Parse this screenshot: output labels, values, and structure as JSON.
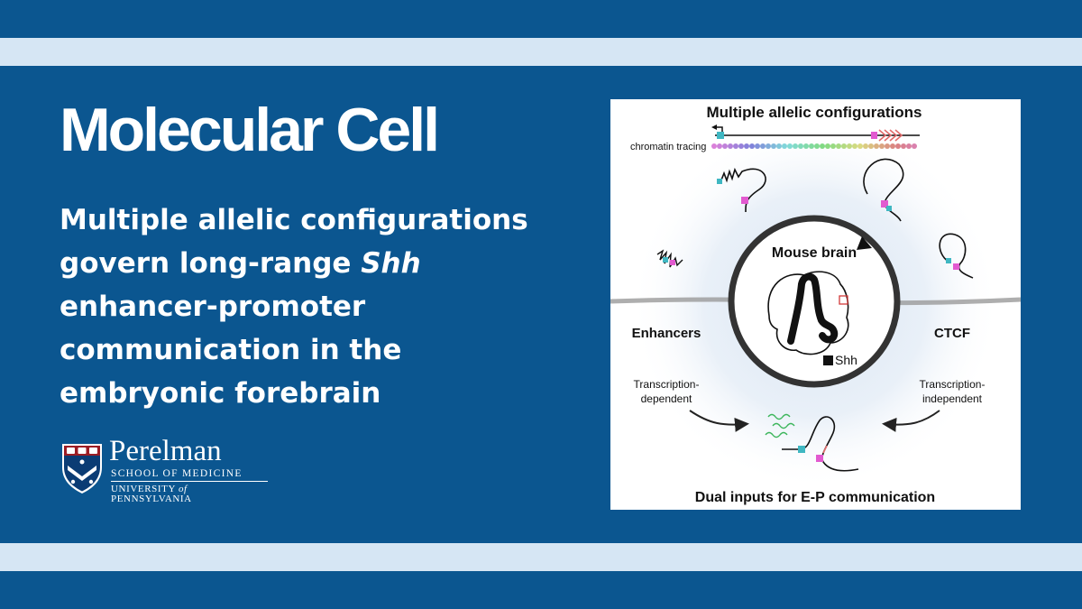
{
  "journal": "Molecular Cell",
  "headline": {
    "line1": "Multiple allelic configurations",
    "line2_pre": "govern long-range ",
    "line2_italic": "Shh",
    "line3": "enhancer-promoter",
    "line4": "communication in the",
    "line5": "embryonic forebrain"
  },
  "logo": {
    "name": "Perelman",
    "school": "SCHOOL OF MEDICINE",
    "university_pre": "UNIVERSITY ",
    "university_of": "of",
    "university_post": " PENNSYLVANIA"
  },
  "figure": {
    "top_title": "Multiple allelic configurations",
    "tracing_label": "chromatin tracing",
    "center_title": "Mouse brain",
    "gene_label": "Shh",
    "left_title": "Enhancers",
    "left_sub_1": "Transcription-",
    "left_sub_2": "dependent",
    "right_title": "CTCF",
    "right_sub_1": "Transcription-",
    "right_sub_2": "independent",
    "bottom_title": "Dual inputs for E-P communication"
  },
  "colors": {
    "background": "#0b5690",
    "stripe": "#d6e6f4",
    "text": "#ffffff",
    "figure_bg": "#ffffff"
  }
}
